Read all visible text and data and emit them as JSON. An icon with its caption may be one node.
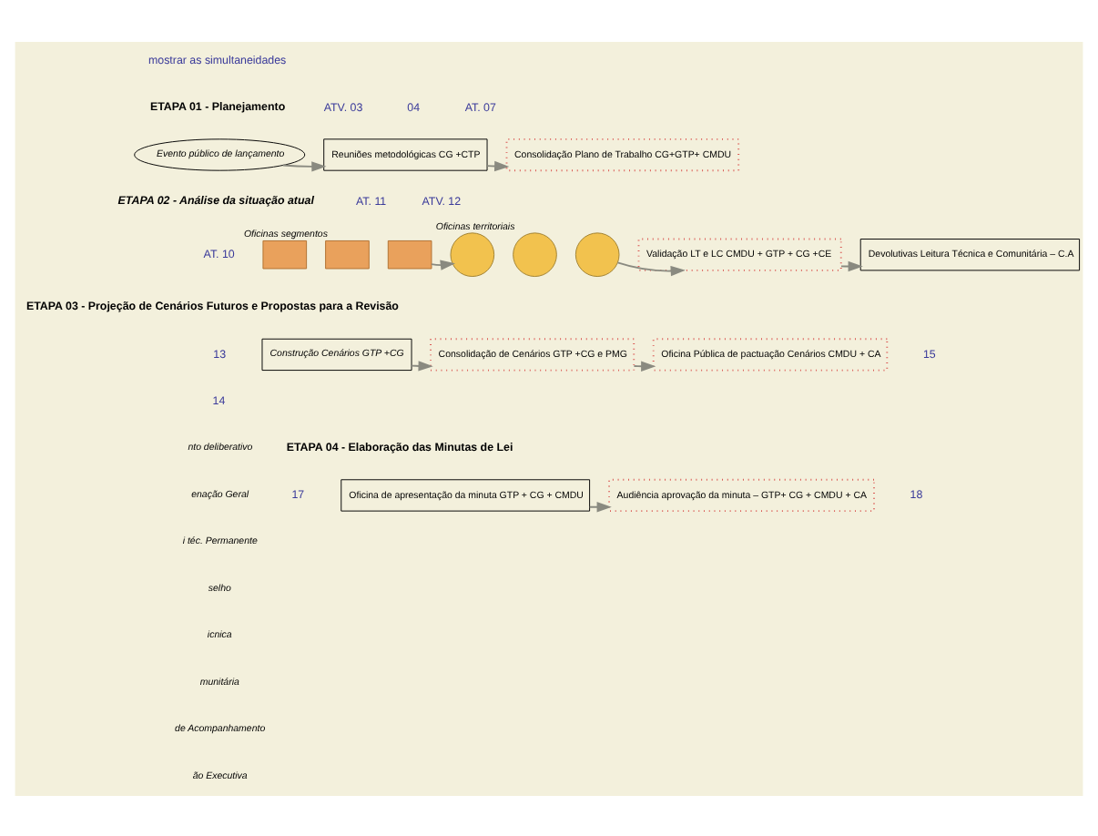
{
  "diagram": {
    "nodes": [
      {
        "text": [
          "Evento público de lançamento"
        ]
      },
      {
        "text": [
          "Reuniões metodológicas CG +CTP"
        ]
      },
      {
        "text": [
          "Consolidação Plano de Trabalho CG+GTP+ CMDU"
        ]
      },
      {
        "text": [],
        "shape": "box"
      },
      {
        "text": [],
        "shape": "box",
        "beside": [
          "Oficinas segmentos"
        ]
      },
      {
        "text": [],
        "shape": "box"
      },
      {
        "text": [],
        "shape": "circle"
      },
      {
        "text": [],
        "shape": "circle",
        "beside": [
          "Oficinas territoriais"
        ]
      },
      {
        "text": [],
        "shape": "circle"
      },
      {
        "text": [
          "Validação LT e LC CMDU + GTP + CG +CE"
        ]
      },
      {
        "text": [
          "Devolutivas Leitura Técnica e Comunitária – C.A"
        ]
      },
      {
        "text": [
          "Construção Cenários GTP +CG"
        ]
      },
      {
        "text": [
          "Consolidação de Cenários GTP +CG e PMG"
        ]
      },
      {
        "text": [
          "Oficina Pública de pactuação Cenários CMDU + CA"
        ]
      },
      {
        "text": [
          "Oficina de apresentação da minuta GTP + CG + CMDU"
        ]
      },
      {
        "text": [
          "Audiência aprovação da minuta – GTP+ CG + CMDU + CA"
        ]
      }
    ],
    "edges": [
      {
        "from": 0,
        "to": 1,
        "arrow": "to"
      },
      {
        "from": 1,
        "to": 2,
        "arrow": "to"
      },
      {
        "from": 5,
        "to": 6,
        "arrow": "to"
      },
      {
        "from": 8,
        "to": 9,
        "arrow": "to"
      },
      {
        "from": 9,
        "to": 10,
        "arrow": "to"
      },
      {
        "from": 11,
        "to": 12,
        "arrow": "to"
      },
      {
        "from": 12,
        "to": 13,
        "arrow": "to"
      },
      {
        "from": 14,
        "to": 15,
        "arrow": "to"
      }
    ],
    "labels": [
      "mostrar as simultaneidades",
      "ETAPA 01 - Planejamento",
      "ATV. 03",
      "04",
      "AT. 07",
      "ETAPA 02 - Análise da situação atual",
      "AT. 10",
      "AT. 11",
      "ATV. 12",
      "ETAPA 03 - Projeção de Cenários Futuros e Propostas para a Revisão",
      "13",
      "14",
      "15",
      "nto deliberativo",
      "enação Geral",
      "i téc. Permanente",
      "selho",
      "icnica",
      "munitária",
      "de Acompanhamento",
      "ão Executiva",
      "ETAPA 04 - Elaboração das Minutas de Lei",
      "17",
      "18"
    ]
  }
}
